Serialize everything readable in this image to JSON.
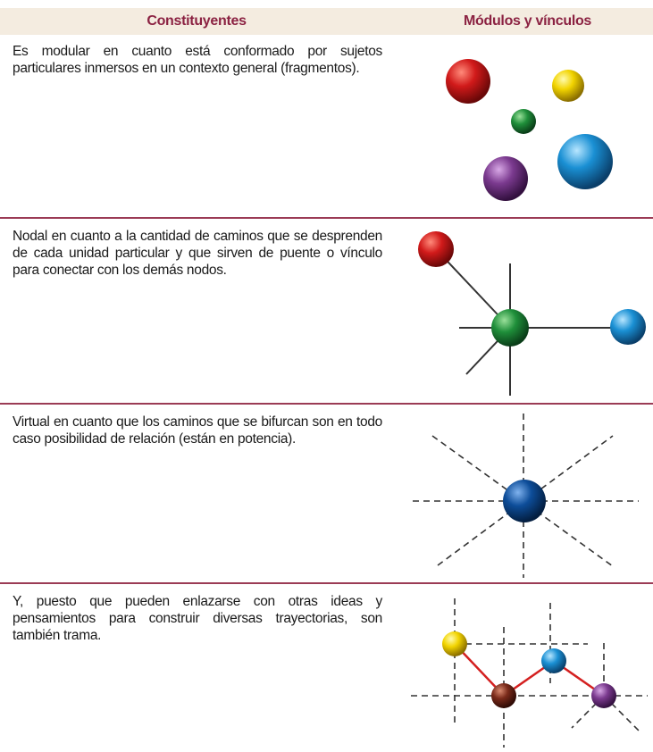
{
  "header": {
    "col1": "Constituyentes",
    "col2": "Módulos y vínculos"
  },
  "rows": [
    {
      "text": "Es modular en cuanto está conformado por sujetos particulares inmersos en un contexto general (fragmentos).",
      "figure": "modules"
    },
    {
      "text": "Nodal en cuanto a la cantidad de caminos que se desprenden de cada unidad particular y que sirven de puente o vínculo para conectar con los demás nodos.",
      "figure": "nodes"
    },
    {
      "text": "Virtual en cuanto que los caminos que se bifurcan son en todo caso posibilidad de relación (están en potencia).",
      "figure": "virtual"
    },
    {
      "text": "Y, puesto que pueden enlazarse con otras ideas y pensamientos para construir diversas trayectorias, son también trama.",
      "figure": "weave"
    }
  ],
  "colors": {
    "header_bg": "#f4ece0",
    "header_text": "#8b2242",
    "separator": "#9b3b55",
    "red": "#d11a1a",
    "yellow": "#f2d400",
    "green": "#1f8f3a",
    "blue": "#1a90d4",
    "purple": "#7b3a8f",
    "dark_blue": "#0d4d99",
    "brown": "#7a2a1a",
    "link_red": "#d42020"
  }
}
